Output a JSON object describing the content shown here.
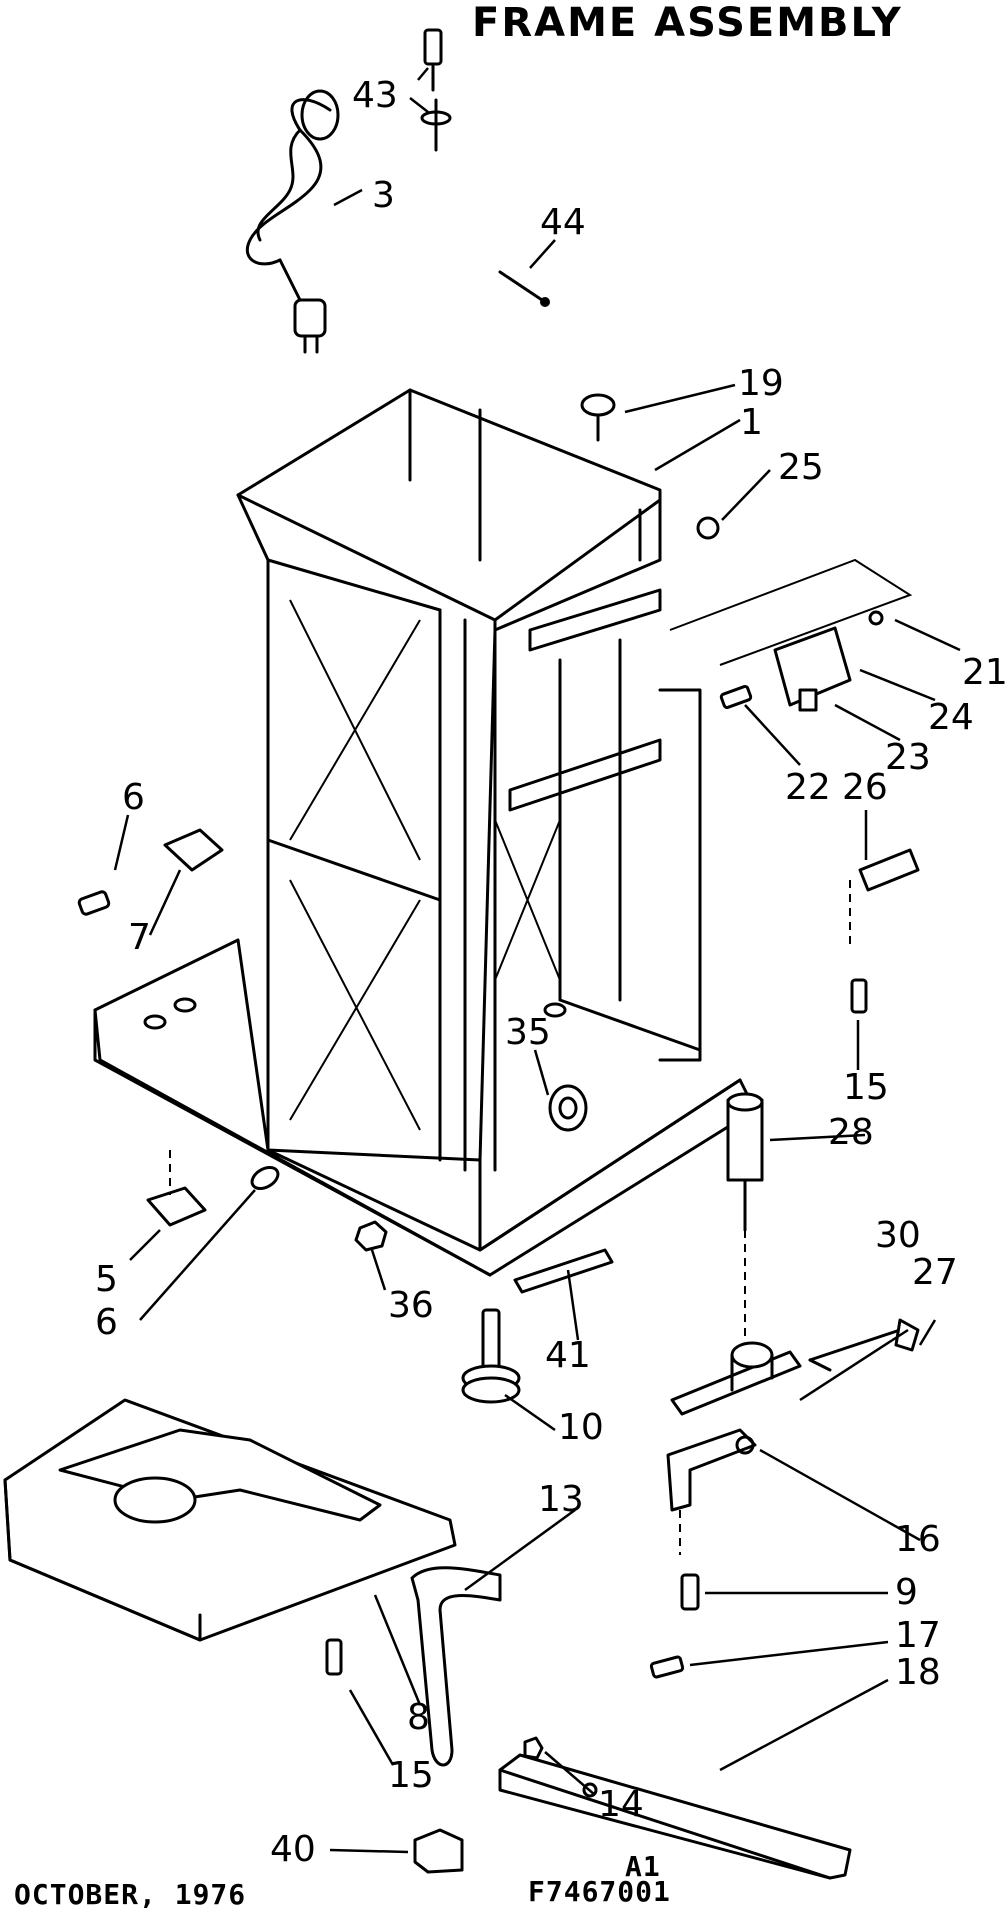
{
  "title": "FRAME ASSEMBLY",
  "callouts": {
    "c43": "43",
    "c3": "3",
    "c44": "44",
    "c19": "19",
    "c1": "1",
    "c25": "25",
    "c21": "21",
    "c24": "24",
    "c23": "23",
    "c22": "22",
    "c26": "26",
    "c6a": "6",
    "c7": "7",
    "c15a": "15",
    "c35": "35",
    "c28": "28",
    "c5": "5",
    "c6b": "6",
    "c36": "36",
    "c41": "41",
    "c30": "30",
    "c27": "27",
    "c10": "10",
    "c13": "13",
    "c16": "16",
    "c9": "9",
    "c17": "17",
    "c18": "18",
    "c8": "8",
    "c15b": "15",
    "c14": "14",
    "c40": "40"
  },
  "footer": {
    "date": "OCTOBER, 1976",
    "sheet": "A1",
    "part_number": "F7467001"
  }
}
